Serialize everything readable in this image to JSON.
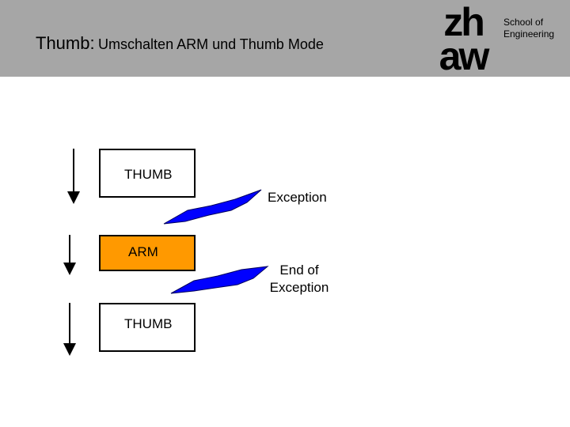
{
  "header": {
    "title_main": "Thumb:",
    "title_sub": "Umschalten ARM und Thumb Mode",
    "logo_top": "zh",
    "logo_bottom": "aw",
    "school_line1": "School of",
    "school_line2": "Engineering",
    "background_color": "#a6a6a6"
  },
  "diagram": {
    "blocks": [
      {
        "label": "THUMB",
        "fill": "#ffffff"
      },
      {
        "label": "ARM",
        "fill": "#ff9900"
      },
      {
        "label": "THUMB",
        "fill": "#ffffff"
      }
    ],
    "transition1": {
      "label": "Exception",
      "color": "#0000ff"
    },
    "transition2": {
      "label_line1": "End of",
      "label_line2": "Exception",
      "color": "#0000ff"
    }
  }
}
